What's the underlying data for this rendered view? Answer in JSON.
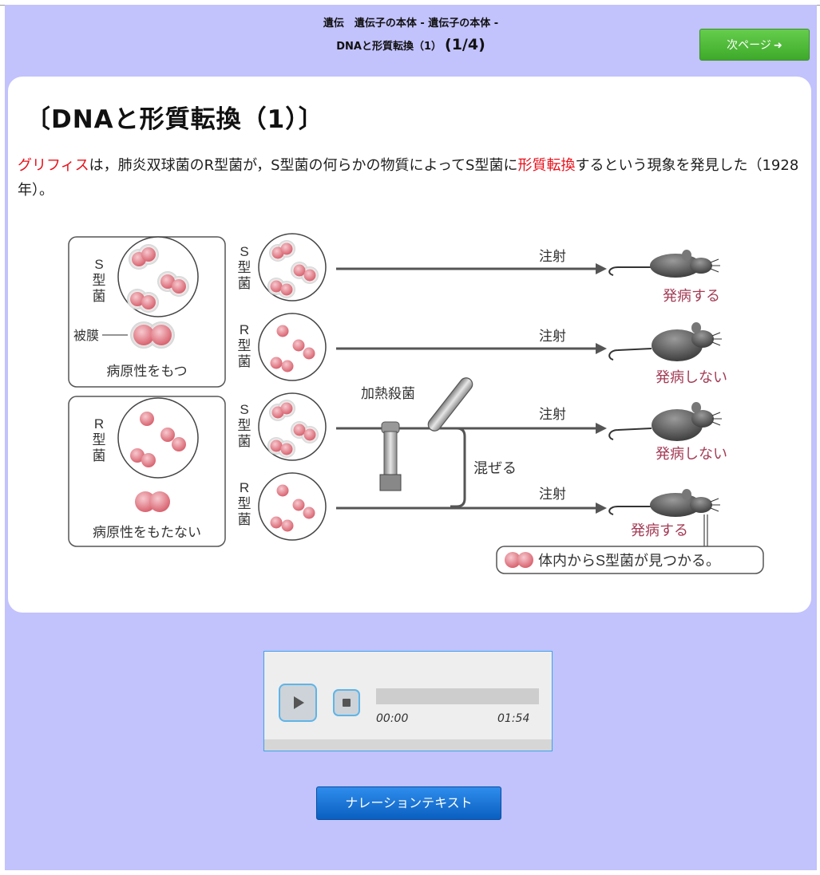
{
  "header": {
    "breadcrumb": "遺伝　遺伝子の本体 - 遺伝子の本体 -",
    "subtitle": "DNAと形質転換（1）",
    "page_indicator": "(1/4)",
    "next_button_label": "次ページ",
    "next_button_icon": "arrow-right-icon"
  },
  "card": {
    "title": "〔DNAと形質転換（1）〕",
    "intro": {
      "part1": "グリフィス",
      "part2": "は，肺炎双球菌のR型菌が，S型菌の何らかの物質によってS型菌に",
      "part3": "形質転換",
      "part4": "するという現象を発見した（1928年）。"
    },
    "highlight_color": "#e8101a"
  },
  "diagram": {
    "box1": {
      "label_top": "S",
      "label_mid": "型",
      "label_bot": "菌",
      "capsule_label": "被膜",
      "pathogenic_label": "病原性をもつ"
    },
    "box2": {
      "label_top": "R",
      "label_mid": "型",
      "label_bot": "菌",
      "pathogenic_label": "病原性をもたない"
    },
    "rows": [
      {
        "strain_top": "S",
        "strain_mid": "型",
        "strain_bot": "菌",
        "arrow_label": "注射",
        "result": "発病する"
      },
      {
        "strain_top": "R",
        "strain_mid": "型",
        "strain_bot": "菌",
        "arrow_label": "注射",
        "result": "発病しない"
      },
      {
        "strain_top": "S",
        "strain_mid": "型",
        "strain_bot": "菌",
        "arrow_label": "注射",
        "result": "発病しない"
      },
      {
        "strain_top": "R",
        "strain_mid": "型",
        "strain_bot": "菌",
        "arrow_label": "注射",
        "result": "発病する"
      }
    ],
    "heat_label": "加熱殺菌",
    "mix_label": "混ぜる",
    "found_label": "体内からS型菌が見つかる。",
    "colors": {
      "cell": "#e07c88",
      "result_text": "#a33c56",
      "mouse": "#6e6e6e"
    }
  },
  "player": {
    "time_current": "00:00",
    "time_total": "01:54",
    "progress": 0,
    "play_icon": "play-icon",
    "stop_icon": "stop-icon"
  },
  "narration_button_label": "ナレーションテキスト"
}
